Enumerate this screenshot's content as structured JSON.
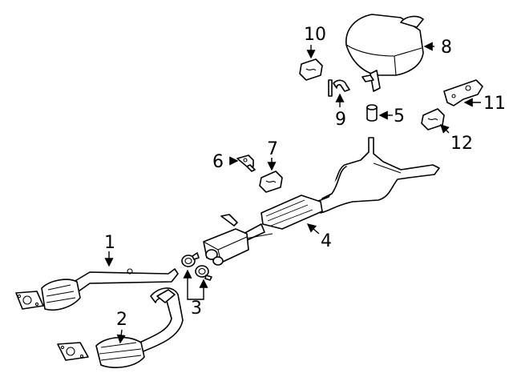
{
  "diagram": {
    "callouts": [
      {
        "id": "1",
        "label": "1"
      },
      {
        "id": "2",
        "label": "2"
      },
      {
        "id": "3",
        "label": "3"
      },
      {
        "id": "4",
        "label": "4"
      },
      {
        "id": "5",
        "label": "5"
      },
      {
        "id": "6",
        "label": "6"
      },
      {
        "id": "7",
        "label": "7"
      },
      {
        "id": "8",
        "label": "8"
      },
      {
        "id": "9",
        "label": "9"
      },
      {
        "id": "10",
        "label": "10"
      },
      {
        "id": "11",
        "label": "11"
      },
      {
        "id": "12",
        "label": "12"
      }
    ],
    "line_color": "#000000",
    "background": "#ffffff"
  }
}
